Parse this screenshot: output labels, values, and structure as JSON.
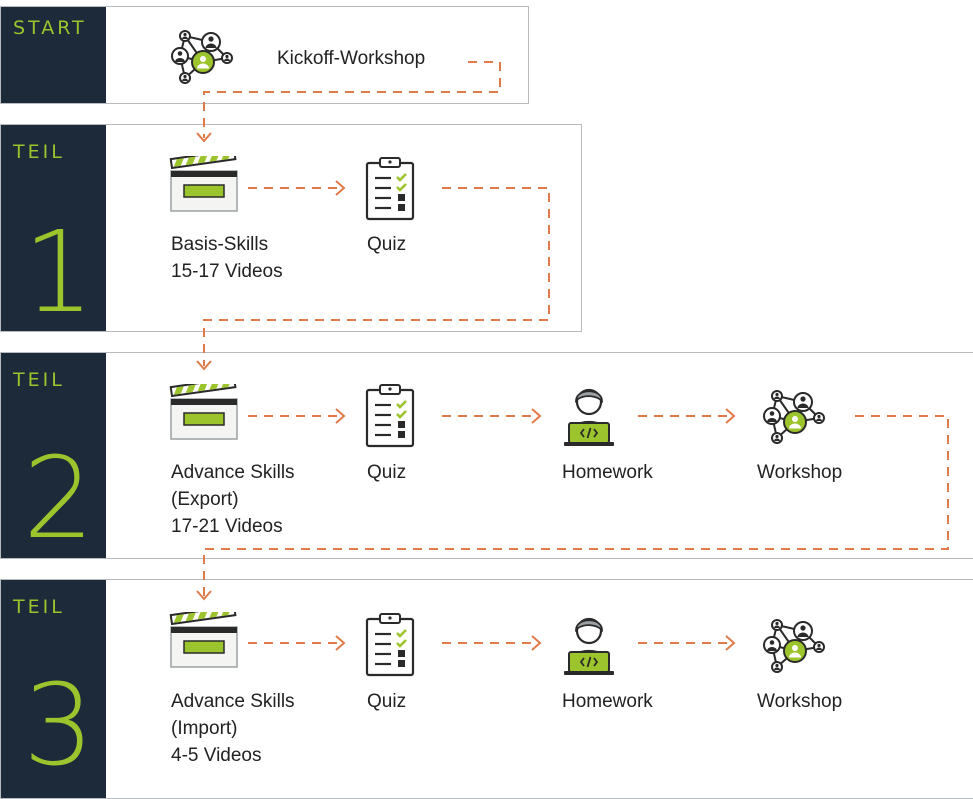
{
  "colors": {
    "sidebar": "#1c2a3a",
    "accent_green": "#9cc42c",
    "arrow_orange": "#e07a4a"
  },
  "start": {
    "label": "START",
    "item": "Kickoff-Workshop",
    "icon": "network-people-icon"
  },
  "teil1": {
    "label": "TEIL",
    "number": "1",
    "video": {
      "line1": "Basis-Skills",
      "line2": "15-17 Videos",
      "icon": "clapperboard-icon"
    },
    "quiz": {
      "label": "Quiz",
      "icon": "clipboard-checklist-icon"
    }
  },
  "teil2": {
    "label": "TEIL",
    "number": "2",
    "video": {
      "line1": "Advance Skills",
      "line2": "(Export)",
      "line3": "17-21 Videos",
      "icon": "clapperboard-icon"
    },
    "quiz": {
      "label": "Quiz",
      "icon": "clipboard-checklist-icon"
    },
    "homework": {
      "label": "Homework",
      "icon": "person-laptop-icon"
    },
    "workshop": {
      "label": "Workshop",
      "icon": "network-people-icon"
    }
  },
  "teil3": {
    "label": "TEIL",
    "number": "3",
    "video": {
      "line1": "Advance Skills",
      "line2": "(Import)",
      "line3": "4-5 Videos",
      "icon": "clapperboard-icon"
    },
    "quiz": {
      "label": "Quiz",
      "icon": "clipboard-checklist-icon"
    },
    "homework": {
      "label": "Homework",
      "icon": "person-laptop-icon"
    },
    "workshop": {
      "label": "Workshop",
      "icon": "network-people-icon"
    }
  }
}
